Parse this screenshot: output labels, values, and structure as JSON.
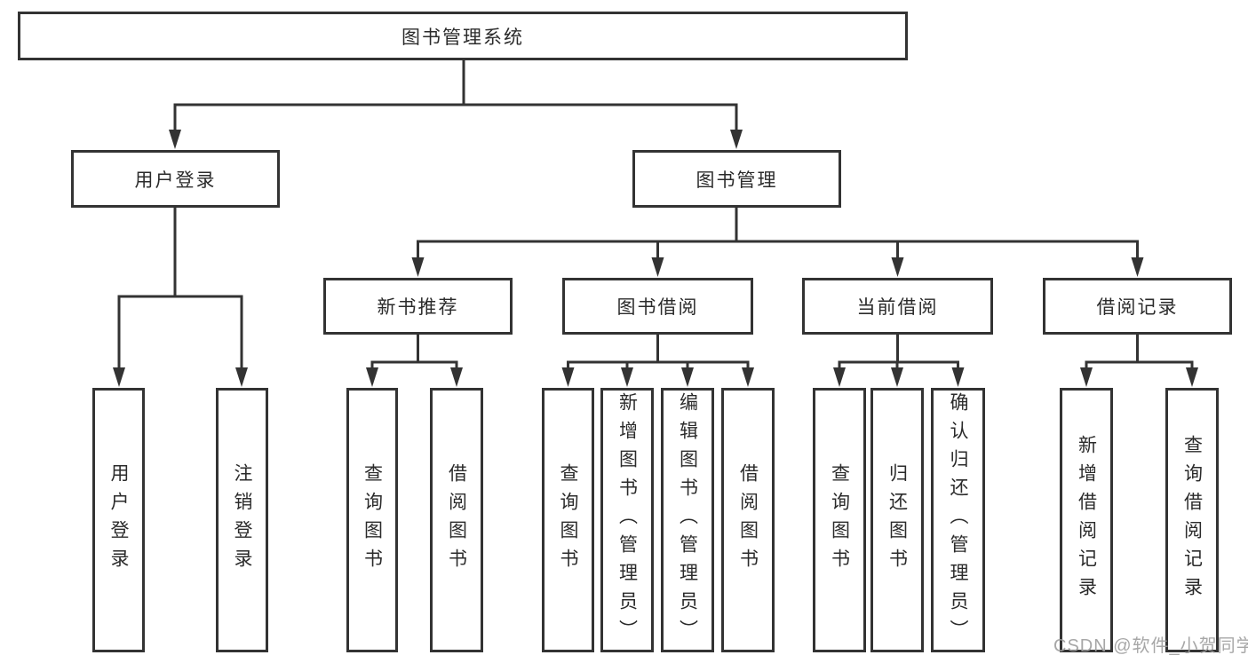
{
  "diagram": {
    "type": "tree",
    "root": {
      "label": "图书管理系统"
    },
    "login": {
      "label": "用户登录",
      "children": [
        {
          "label": "用户登录"
        },
        {
          "label": "注销登录"
        }
      ]
    },
    "management": {
      "label": "图书管理",
      "children": [
        {
          "label": "新书推荐",
          "children": [
            {
              "label": "查询图书"
            },
            {
              "label": "借阅图书"
            }
          ]
        },
        {
          "label": "图书借阅",
          "children": [
            {
              "label": "查询图书"
            },
            {
              "label": "新增图书（管理员）"
            },
            {
              "label": "编辑图书（管理员）"
            },
            {
              "label": "借阅图书"
            }
          ]
        },
        {
          "label": "当前借阅",
          "children": [
            {
              "label": "查询图书"
            },
            {
              "label": "归还图书"
            },
            {
              "label": "确认归还（管理员）"
            }
          ]
        },
        {
          "label": "借阅记录",
          "children": [
            {
              "label": "新增借阅记录"
            },
            {
              "label": "查询借阅记录"
            }
          ]
        }
      ]
    }
  },
  "watermark": {
    "text": "CSDN @软件_小贺同学"
  },
  "colors": {
    "line": "#333333",
    "text": "#2b2b2b",
    "background": "#ffffff",
    "watermark": "#9e9e9e"
  }
}
